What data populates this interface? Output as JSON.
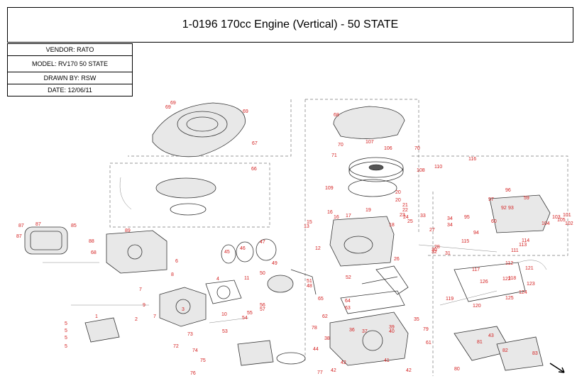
{
  "header": {
    "title": "1-0196 170cc Engine (Vertical) - 50 STATE"
  },
  "info": {
    "vendor": "VENDOR: RATO",
    "model": "MODEL: RV170 50 STATE",
    "drawn_by": "DRAWN BY: RSW",
    "date": "DATE: 12/06/11"
  },
  "diagram": {
    "callouts": [
      "69",
      "69",
      "69",
      "67",
      "68",
      "107",
      "106",
      "70",
      "70",
      "71",
      "66",
      "108",
      "110",
      "116",
      "109",
      "96",
      "59",
      "85",
      "87",
      "87",
      "87",
      "88",
      "89",
      "68",
      "20",
      "20",
      "21",
      "22",
      "23",
      "24",
      "25",
      "19",
      "18",
      "16",
      "16",
      "17",
      "15",
      "13",
      "12",
      "33",
      "34",
      "34",
      "27",
      "97",
      "60",
      "104",
      "103",
      "105",
      "101",
      "102",
      "114",
      "113",
      "111",
      "112",
      "115",
      "32",
      "31",
      "30",
      "28",
      "26",
      "45",
      "46",
      "47",
      "49",
      "50",
      "48",
      "51",
      "4",
      "11",
      "10",
      "8",
      "9",
      "7",
      "7",
      "1",
      "2",
      "3",
      "55",
      "54",
      "53",
      "52",
      "6",
      "5",
      "5",
      "5",
      "5",
      "36",
      "37",
      "38",
      "39",
      "40",
      "41",
      "42",
      "42",
      "42",
      "43",
      "44",
      "35",
      "57",
      "56",
      "61",
      "62",
      "63",
      "64",
      "65",
      "72",
      "73",
      "74",
      "75",
      "76",
      "77",
      "78",
      "79",
      "80",
      "81",
      "82",
      "83",
      "117",
      "118",
      "119",
      "120",
      "121",
      "122",
      "123",
      "124",
      "125",
      "126",
      "94",
      "95",
      "92",
      "93"
    ]
  }
}
